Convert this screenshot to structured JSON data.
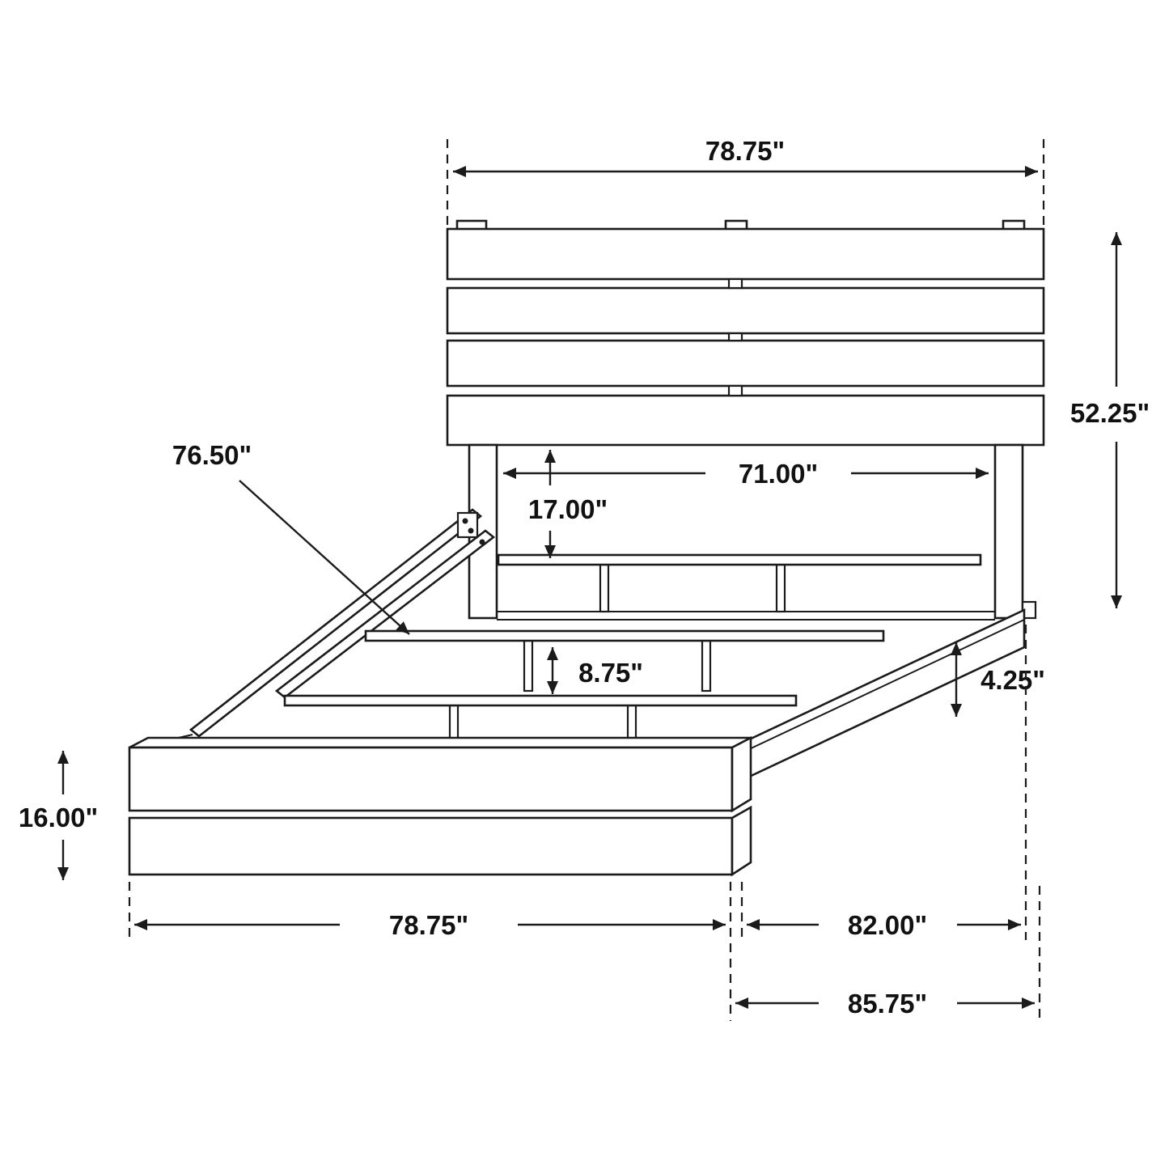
{
  "diagram": {
    "type": "furniture-dimension-drawing",
    "subject": "platform-bed-frame-with-slatted-headboard",
    "line_color": "#1b1b1b",
    "background_color": "#ffffff",
    "dims": {
      "headboard_width_top": "78.75\"",
      "headboard_height": "52.25\"",
      "slat_rail_length": "76.50\"",
      "inner_width": "71.00\"",
      "underbed_clearance": "17.00\"",
      "slat_height": "8.75\"",
      "rail_height": "4.25\"",
      "footboard_height": "16.00\"",
      "footboard_width": "78.75\"",
      "frame_length": "82.00\"",
      "overall_length": "85.75\""
    }
  }
}
